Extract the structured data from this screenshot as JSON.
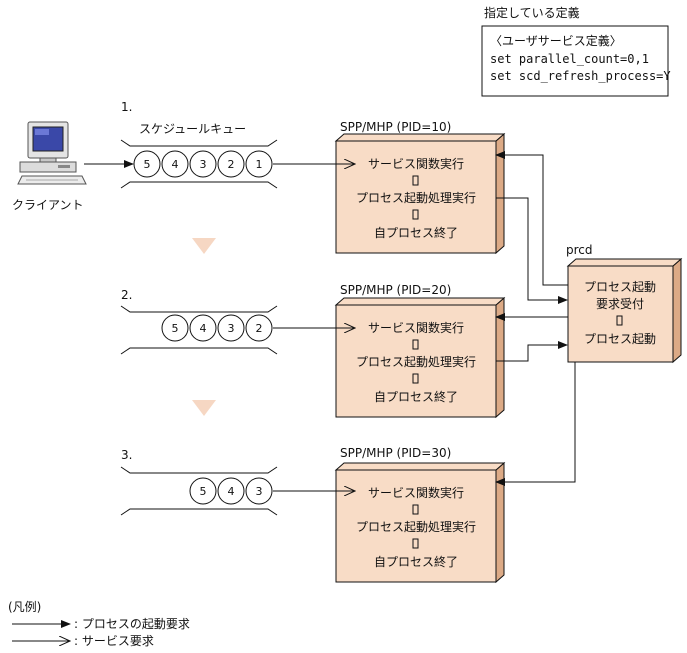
{
  "spec": {
    "caption": "指定している定義",
    "lines": [
      "〈ユーザサービス定義〉",
      "set parallel_count=0,1",
      "set scd_refresh_process=Y"
    ]
  },
  "client": {
    "label": "クライアント"
  },
  "queue": {
    "label": "スケジュールキュー"
  },
  "stages": [
    {
      "num": "1.",
      "items": [
        "5",
        "4",
        "3",
        "2",
        "1"
      ]
    },
    {
      "num": "2.",
      "items": [
        "5",
        "4",
        "3",
        "2"
      ]
    },
    {
      "num": "3.",
      "items": [
        "5",
        "4",
        "3"
      ]
    }
  ],
  "procs": [
    {
      "title": "SPP/MHP (PID=10)",
      "lines": [
        "サービス関数実行",
        "プロセス起動処理実行",
        "自プロセス終了"
      ]
    },
    {
      "title": "SPP/MHP (PID=20)",
      "lines": [
        "サービス関数実行",
        "プロセス起動処理実行",
        "自プロセス終了"
      ]
    },
    {
      "title": "SPP/MHP (PID=30)",
      "lines": [
        "サービス関数実行",
        "プロセス起動処理実行",
        "自プロセス終了"
      ]
    }
  ],
  "prcd": {
    "title": "prcd",
    "lines": [
      "プロセス起動",
      "要求受付",
      "プロセス起動"
    ]
  },
  "legend": {
    "title": "(凡例)",
    "items": [
      ": プロセスの起動要求",
      ": サービス要求"
    ]
  },
  "colors": {
    "box": "#f8dcc6",
    "box_side": "#dcaa86",
    "down_arrow": "#f6d7c3"
  }
}
